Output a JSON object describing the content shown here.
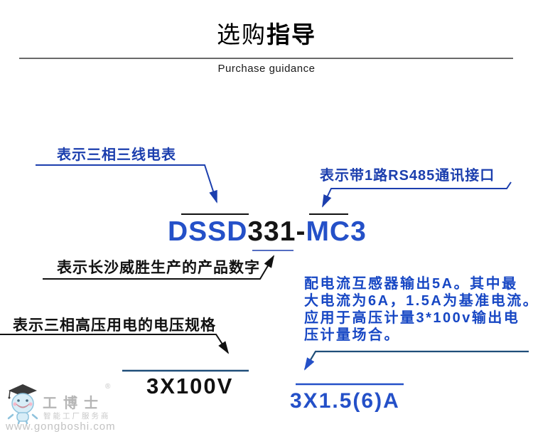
{
  "header": {
    "title_regular": "选购",
    "title_bold": "指导",
    "subtitle": "Purchase guidance"
  },
  "model": {
    "prefix": "DSSD",
    "digits": "331",
    "hyphen": "-",
    "suffix": "MC3"
  },
  "labels": {
    "three_phase": "表示三相三线电表",
    "rs485": "表示带1路RS485通讯接口",
    "manufacturer_digits": "表示长沙威胜生产的产品数字",
    "voltage_spec": "表示三相高压用电的电压规格"
  },
  "current_note": {
    "lines": [
      "配电流互感器输出5A。其中最",
      "大电流为6A，1.5A为基准电流。",
      "应用于高压计量3*100v输出电",
      "压计量场合。"
    ]
  },
  "specs": {
    "voltage": "3X100V",
    "current": "3X1.5(6)A"
  },
  "watermark": {
    "mascot_icon": "gongboshi-robot-mascot-icon",
    "registered_mark": "®",
    "brand": "工博士",
    "tagline": "智能工厂服务商",
    "url": "www.gongboshi.com"
  },
  "colors": {
    "label_blue": "#1c3fae",
    "model_blue": "#2450c8",
    "note_blue": "#1747c4",
    "navy_line": "#1f4e79",
    "text_black": "#111111",
    "watermark_gray": "#bcbcbc"
  }
}
